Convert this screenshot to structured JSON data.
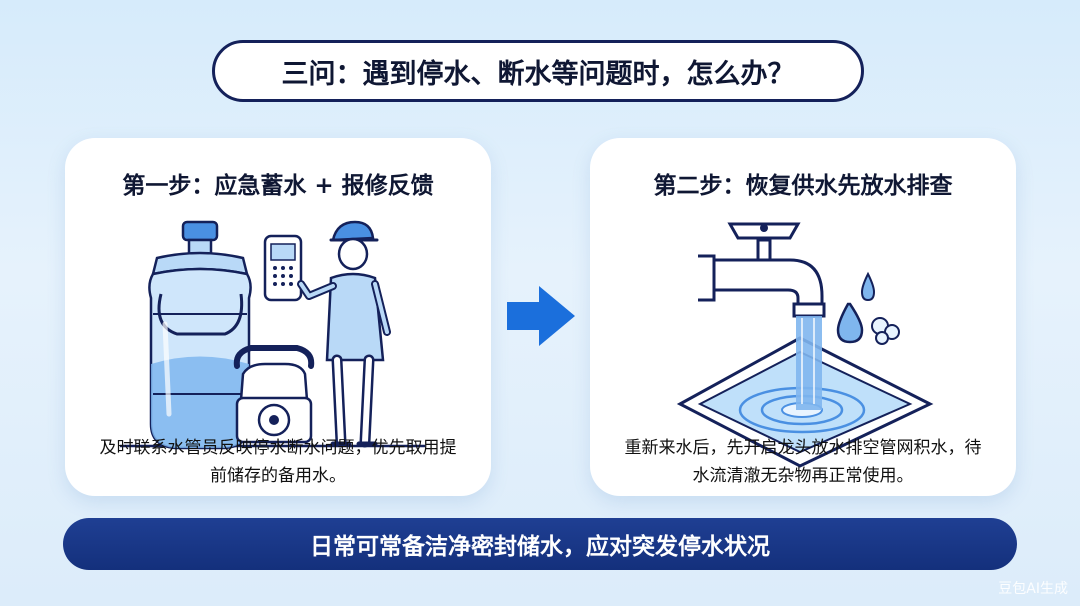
{
  "title": "三问：遇到停水、断水等问题时，怎么办？",
  "steps": [
    {
      "title": "第一步：应急蓄水 + 报修反馈",
      "description": "及时联系水管员反映停水断水问题，优先取用提前储存的备用水。",
      "icons": [
        "water-jug-icon",
        "mobile-phone-icon",
        "telephone-icon",
        "worker-icon"
      ]
    },
    {
      "title": "第二步：恢复供水先放水排查",
      "description": "重新来水后，先开启龙头放水排空管网积水，待水流清澈无杂物再正常使用。",
      "icons": [
        "faucet-icon",
        "water-drop-icon",
        "basin-icon"
      ]
    }
  ],
  "arrow_icon": "arrow-right-icon",
  "banner": "日常可常备洁净密封储水，应对突发停水状况",
  "watermark": "豆包AI生成",
  "colors": {
    "navy": "#14215a",
    "banner": "#1a3787",
    "accent_blue": "#1b6fdc",
    "water_light": "#cfe6fb",
    "background": "#dcecfa"
  }
}
